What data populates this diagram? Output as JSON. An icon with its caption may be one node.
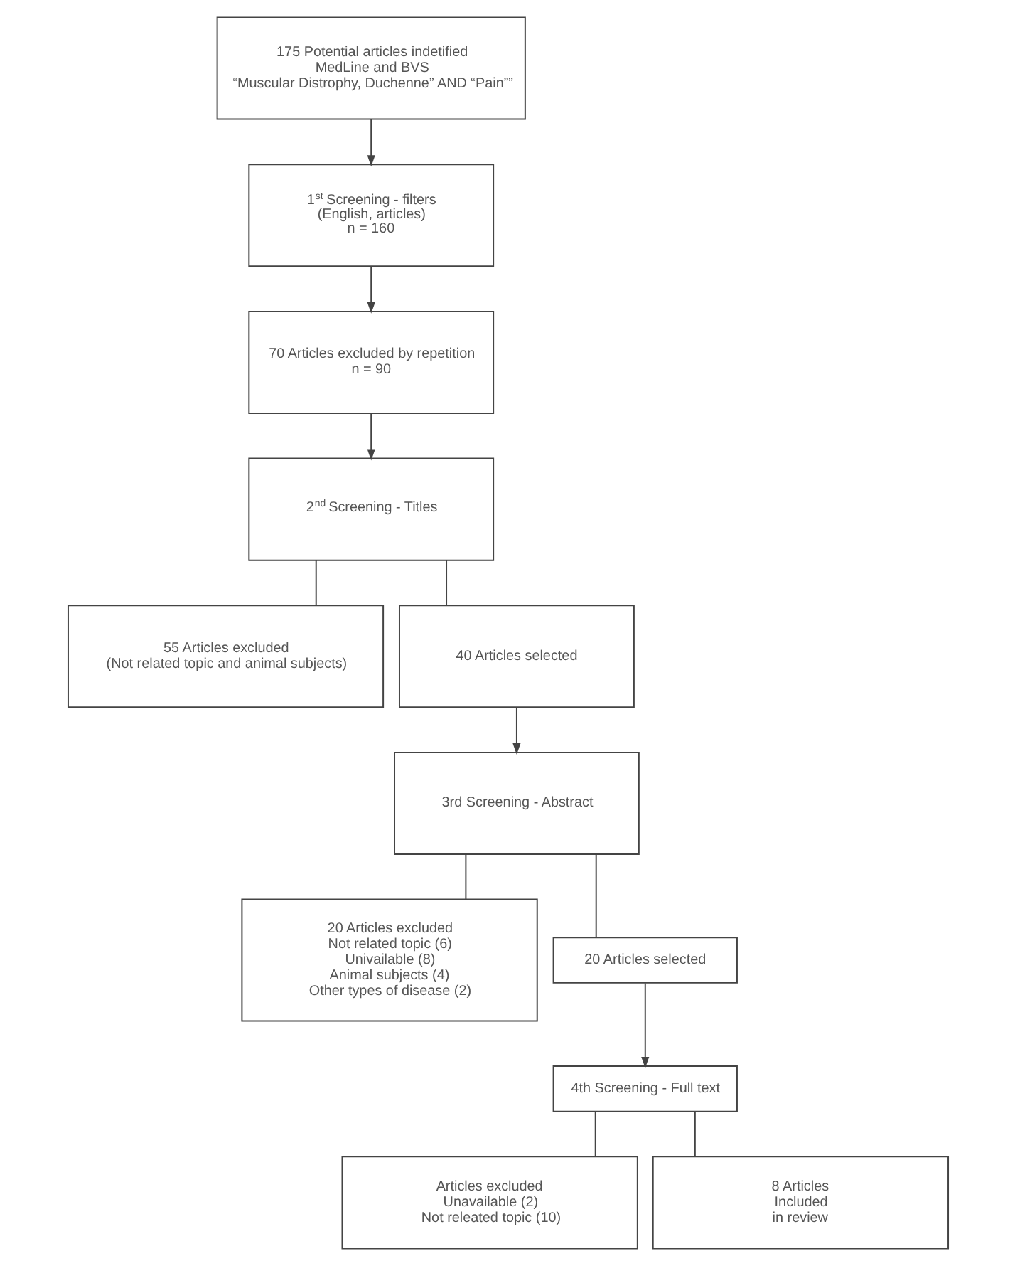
{
  "diagram": {
    "nodes": [
      {
        "text": [
          "175 Potential articles indetified",
          "MedLine and BVS",
          "“Muscular Distrophy, Duchenne” AND “Pain””"
        ]
      },
      {
        "text": [
          "1$^{st}$ Screening - filters",
          "(English, articles)",
          "n = 160"
        ]
      },
      {
        "text": [
          "70 Articles excluded by repetition",
          "n = 90"
        ]
      },
      {
        "text": [
          "2$^{nd}$ Screening - Titles"
        ]
      },
      {
        "text": [
          "55 Articles excluded",
          "(Not related topic and animal subjects)"
        ]
      },
      {
        "text": [
          "40 Articles selected"
        ]
      },
      {
        "text": [
          "3rd Screening - Abstract"
        ]
      },
      {
        "text": [
          "20 Articles excluded",
          "Not related topic (6)",
          "Univailable (8)",
          "Animal subjects (4)",
          "Other types of disease (2)"
        ]
      },
      {
        "text": [
          "20 Articles selected"
        ]
      },
      {
        "text": [
          "4th Screening - Full text"
        ]
      },
      {
        "text": [
          "Articles excluded",
          "Unavailable (2)",
          "Not releated topic (10)"
        ]
      },
      {
        "text": [
          "8 Articles",
          "Included",
          "in review"
        ]
      }
    ],
    "edges": [
      {
        "from": 0,
        "to": 1,
        "arrow": "to"
      },
      {
        "from": 1,
        "to": 2,
        "arrow": "to"
      },
      {
        "from": 2,
        "to": 3,
        "arrow": "to"
      },
      {
        "from": 3,
        "to": 4,
        "arrow": "none"
      },
      {
        "from": 3,
        "to": 5,
        "arrow": "none"
      },
      {
        "from": 5,
        "to": 6,
        "arrow": "to"
      },
      {
        "from": 6,
        "to": 7,
        "arrow": "none"
      },
      {
        "from": 6,
        "to": 8,
        "arrow": "none"
      },
      {
        "from": 8,
        "to": 9,
        "arrow": "to"
      },
      {
        "from": 9,
        "to": 10,
        "arrow": "none"
      },
      {
        "from": 9,
        "to": 11,
        "arrow": "none"
      }
    ]
  }
}
